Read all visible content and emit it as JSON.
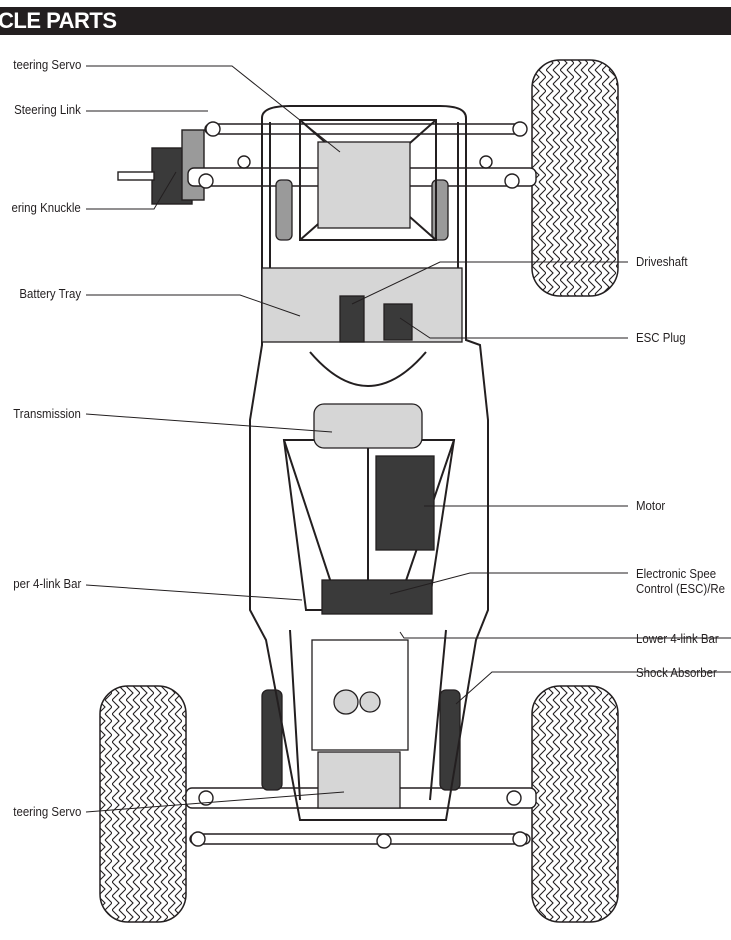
{
  "header": {
    "title": "CLE PARTS"
  },
  "labels_left": [
    {
      "id": "steering-servo-front",
      "text": "teering Servo"
    },
    {
      "id": "steering-link",
      "text": "Steering Link"
    },
    {
      "id": "steering-knuckle",
      "text": "ering Knuckle"
    },
    {
      "id": "battery-tray",
      "text": "Battery Tray"
    },
    {
      "id": "transmission",
      "text": "Transmission"
    },
    {
      "id": "upper-4-link-bar",
      "text": "per 4-link Bar"
    },
    {
      "id": "steering-servo-rear",
      "text": "teering Servo"
    }
  ],
  "labels_right": [
    {
      "id": "driveshaft",
      "text": "Driveshaft"
    },
    {
      "id": "esc-plug",
      "text": "ESC Plug"
    },
    {
      "id": "motor",
      "text": "Motor"
    },
    {
      "id": "esc-line1",
      "text": "Electronic Spee"
    },
    {
      "id": "esc-line2",
      "text": "Control (ESC)/Re"
    },
    {
      "id": "lower-4-link-bar",
      "text": "Lower 4-link Bar"
    },
    {
      "id": "shock-absorber",
      "text": "Shock Absorber"
    }
  ],
  "colors": {
    "ink": "#231f20",
    "part_fill": "#d6d6d6",
    "dark_part": "#3a3a3a"
  }
}
